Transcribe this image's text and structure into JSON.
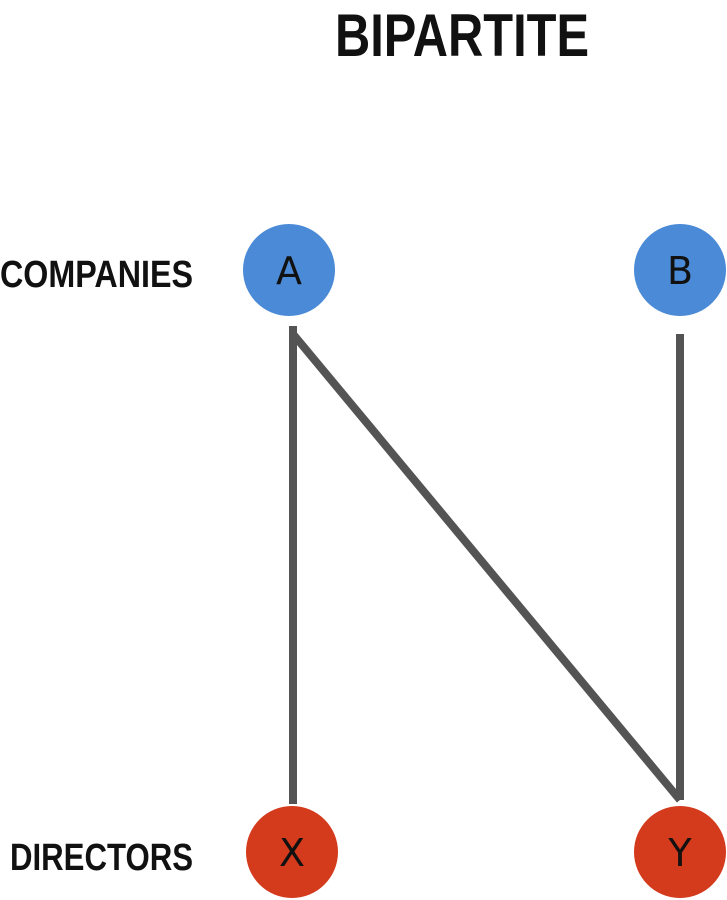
{
  "title": "BIPARTITE",
  "rows": {
    "top": {
      "label": "COMPANIES",
      "color": "#4a8ad6"
    },
    "bottom": {
      "label": "DIRECTORS",
      "color": "#d43a1c"
    }
  },
  "nodes": [
    {
      "id": "A",
      "label": "A",
      "group": "companies"
    },
    {
      "id": "B",
      "label": "B",
      "group": "companies"
    },
    {
      "id": "X",
      "label": "X",
      "group": "directors"
    },
    {
      "id": "Y",
      "label": "Y",
      "group": "directors"
    }
  ],
  "edges": [
    {
      "from": "A",
      "to": "X"
    },
    {
      "from": "A",
      "to": "Y"
    },
    {
      "from": "B",
      "to": "Y"
    }
  ],
  "edge_color": "#545454",
  "text_color": "#111111"
}
